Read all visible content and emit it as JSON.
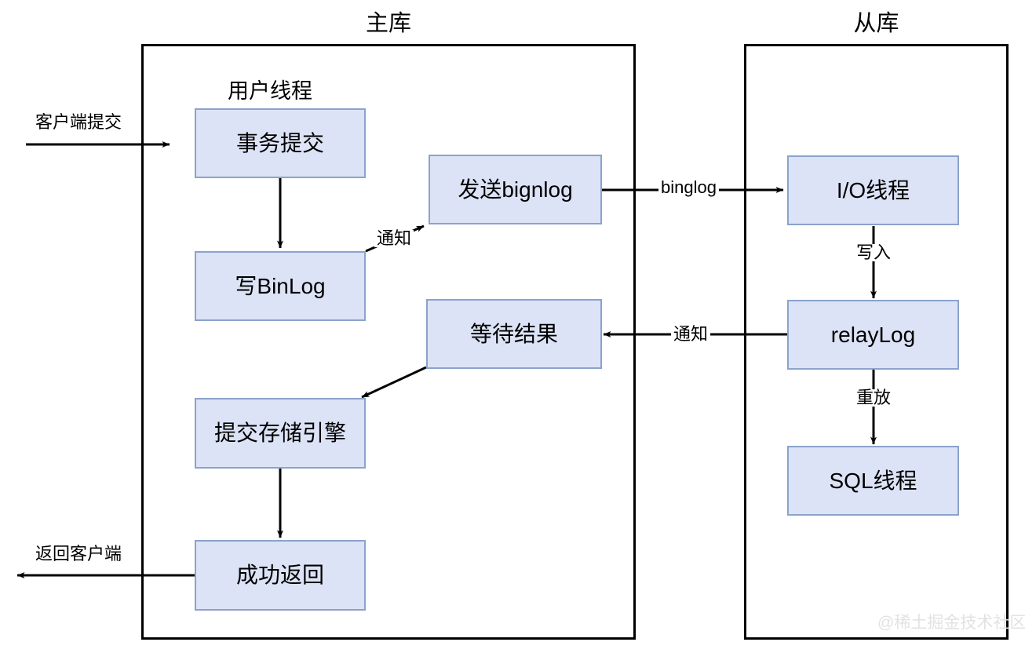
{
  "diagram": {
    "title_master": "主库",
    "title_slave": "从库",
    "watermark": "@稀土掘金技术社区",
    "group_label_user_thread": "用户线程",
    "nodes": [
      {
        "id": "tx-commit",
        "label": "事务提交"
      },
      {
        "id": "write-binlog",
        "label": "写BinLog"
      },
      {
        "id": "send-binlog",
        "label": "发送bignlog"
      },
      {
        "id": "wait-result",
        "label": "等待结果"
      },
      {
        "id": "commit-engine",
        "label": "提交存储引擎"
      },
      {
        "id": "success",
        "label": "成功返回"
      },
      {
        "id": "io-thread",
        "label": "I/O线程"
      },
      {
        "id": "relay-log",
        "label": "relayLog"
      },
      {
        "id": "sql-thread",
        "label": "SQL线程"
      }
    ],
    "edge_labels": {
      "client_submit": "客户端提交",
      "notify_binlog": "通知",
      "binglog": "binglog",
      "notify_back": "通知",
      "write_in": "写入",
      "replay": "重放",
      "return_client": "返回客户端"
    },
    "colors": {
      "node_fill": "#dce3f6",
      "node_border": "#8ba3cb",
      "panel_border": "#000000",
      "arrow": "#000000",
      "watermark": "#e2e2e2"
    }
  }
}
